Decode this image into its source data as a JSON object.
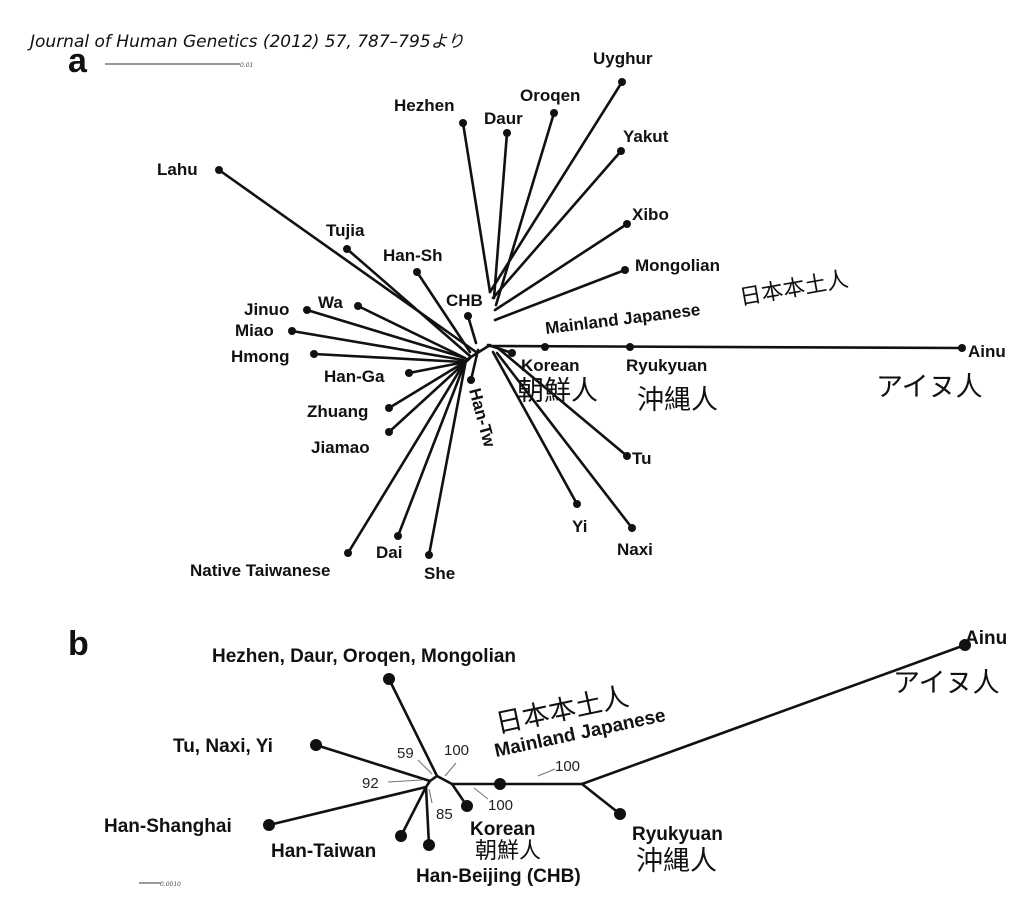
{
  "citation": "Journal of Human Genetics (2012) 57, 787–795より",
  "panel_a": {
    "label": "a",
    "scale_label": "0.01",
    "taxa": {
      "uyghur": "Uyghur",
      "hezhen": "Hezhen",
      "daur": "Daur",
      "oroqen": "Oroqen",
      "yakut": "Yakut",
      "lahu": "Lahu",
      "xibo": "Xibo",
      "tujia": "Tujia",
      "han_sh": "Han-Sh",
      "mongolian": "Mongolian",
      "chb": "CHB",
      "jinuo": "Jinuo",
      "wa": "Wa",
      "miao": "Miao",
      "hmong": "Hmong",
      "han_ga": "Han-Ga",
      "zhuang": "Zhuang",
      "jiamao": "Jiamao",
      "han_tw": "Han-Tw",
      "native_taiwanese": "Native Taiwanese",
      "dai": "Dai",
      "she": "She",
      "korean": "Korean",
      "ryukyuan": "Ryukyuan",
      "ainu": "Ainu",
      "mainland_japanese": "Mainland Japanese",
      "tu": "Tu",
      "yi": "Yi",
      "naxi": "Naxi"
    },
    "jp_annotations": {
      "mainland": "日本本土人",
      "korean": "朝鮮人",
      "ryukyuan": "沖縄人",
      "ainu": "アイヌ人"
    }
  },
  "panel_b": {
    "label": "b",
    "scale_label": "0.0010",
    "taxa": {
      "northern": "Hezhen, Daur, Oroqen, Mongolian",
      "tny": "Tu, Naxi, Yi",
      "han_shanghai": "Han-Shanghai",
      "han_taiwan": "Han-Taiwan",
      "han_beijing": "Han-Beijing (CHB)",
      "korean": "Korean",
      "mainland_japanese": "Mainland Japanese",
      "ryukyuan": "Ryukyuan",
      "ainu": "Ainu"
    },
    "bootstrap": {
      "b59": "59",
      "b100a": "100",
      "b92": "92",
      "b85": "85",
      "b100b": "100",
      "b100c": "100"
    },
    "jp_annotations": {
      "mainland": "日本本土人",
      "korean": "朝鮮人",
      "ryukyuan": "沖縄人",
      "ainu": "アイヌ人"
    }
  }
}
